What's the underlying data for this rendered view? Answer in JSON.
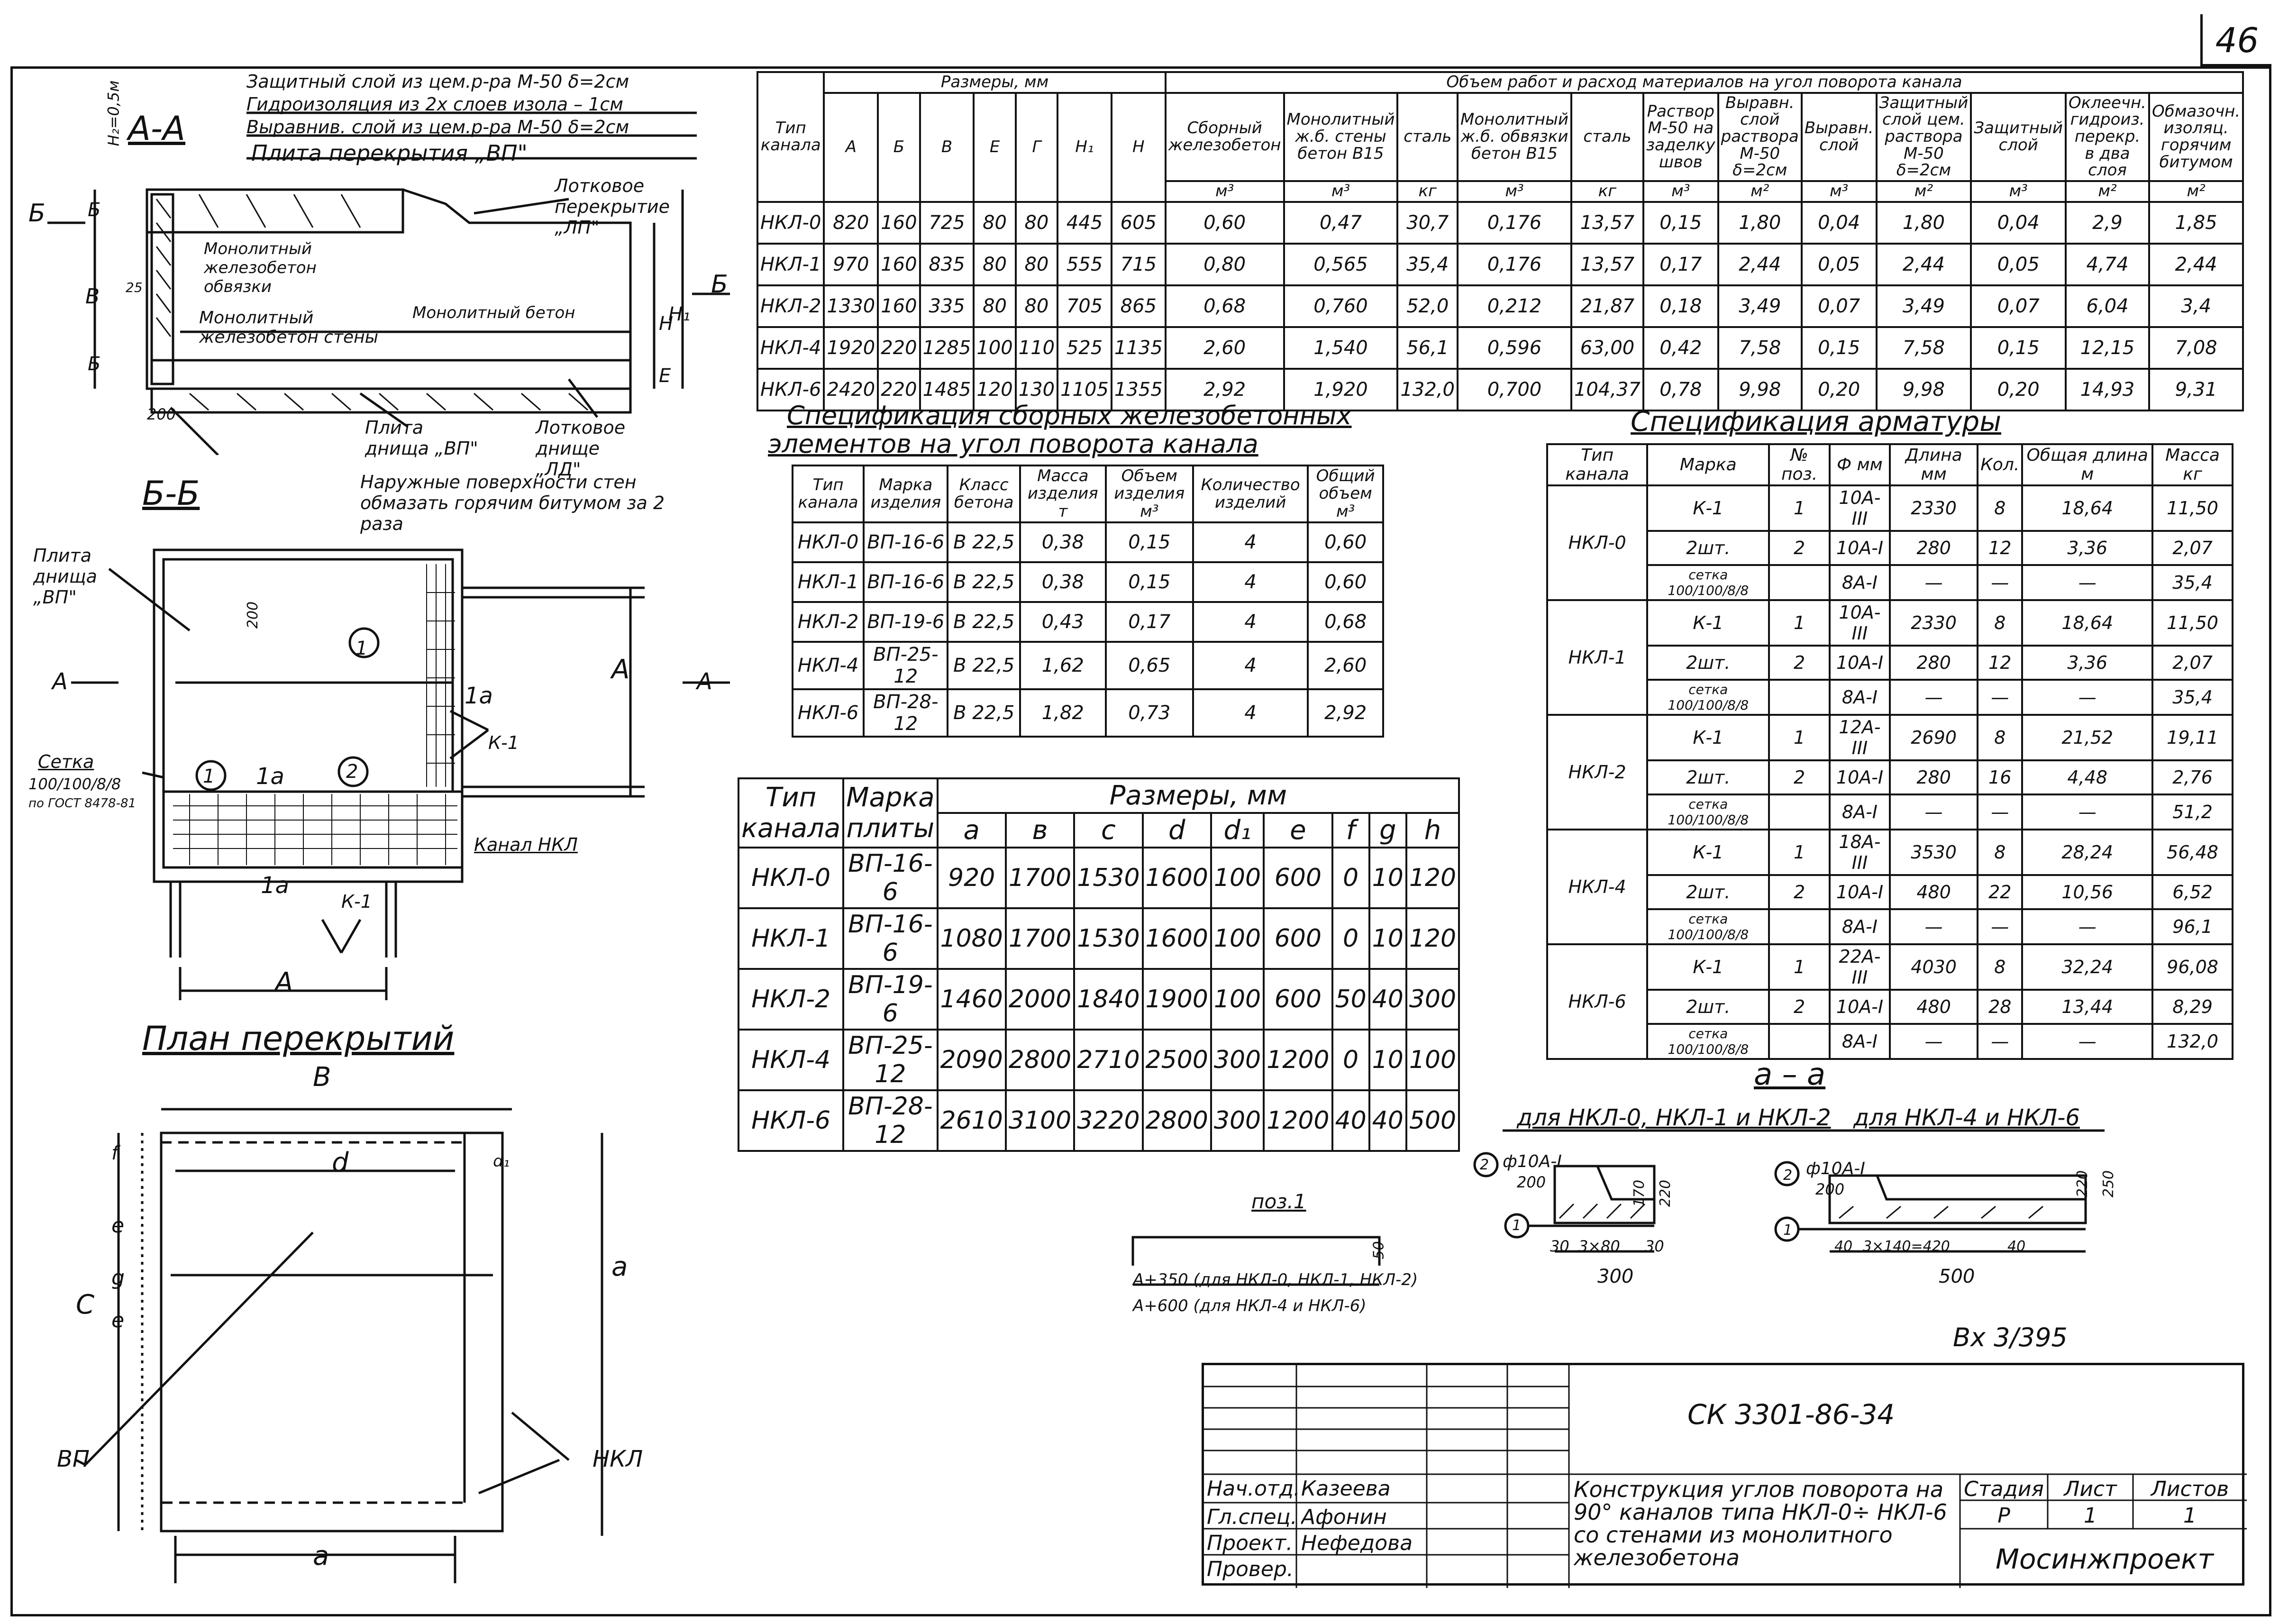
{
  "sheet_number": "46",
  "stamp_code": "СК 3301-86-34",
  "inventory": "Вх 3/395",
  "section_aa": {
    "title": "А-А",
    "notes": [
      "Защитный слой из цем.р-ра М-50 δ=2см",
      "Гидроизоляция из 2х слоев изола – 1см",
      "Выравнив. слой из цем.р-ра М-50 δ=2см",
      "Плита перекрытия „ВП\""
    ],
    "label_lp": "Лотковое перекрытие „ЛП\"",
    "label_monolith_obv": "Монолитный железобетон обвязки",
    "label_monolith_walls": "Монолитный железобетон стены",
    "label_monolith_concrete": "Монолитный бетон",
    "label_slab_vp": "Плита днища „ВП\"",
    "label_ld": "Лотковое днище „ЛД\"",
    "label_h2": "H₂=0,5м",
    "dim_b": "Б",
    "dim_v": "В",
    "dim_h1": "H₁",
    "dim_h": "H",
    "dim_e": "Е",
    "dim_25": "25",
    "dim_200": "200",
    "cut_b": "Б"
  },
  "section_bb": {
    "title": "Б-Б",
    "note": "Наружные поверхности стен обмазать горячим битумом за 2 раза",
    "label_slab": "Плита днища „ВП\"",
    "label_setka": "Сетка",
    "label_setka_spec": "100/100/8/8",
    "label_gost": "по ГОСТ 8478-81",
    "label_k1": "К-1",
    "label_canal": "Канал НКЛ",
    "label_a": "А",
    "label_1a": "1а",
    "pos1": "1",
    "pos2": "2",
    "dim_200": "200",
    "cut_a": "А"
  },
  "plan": {
    "title": "План перекрытий",
    "dim_b": "В",
    "dim_c": "С",
    "dim_d": "d",
    "dim_d1": "d₁",
    "dim_a": "а",
    "dim_a_bottom": "а",
    "dim_e": "е",
    "dim_g": "g",
    "dim_f": "f",
    "label_vp": "ВП",
    "label_nkl": "НКЛ"
  },
  "table_works": {
    "header_type": "Тип канала",
    "header_sizes": "Размеры, мм",
    "header_volumes": "Объем работ и расход материалов на угол поворота канала",
    "size_cols": [
      "А",
      "Б",
      "В",
      "Е",
      "Г",
      "H₁",
      "H"
    ],
    "mat_cols": [
      {
        "name": "Сборный железобетон",
        "unit": "м³"
      },
      {
        "name": "Монолитный ж.б. стены бетон В15",
        "unit": "м³"
      },
      {
        "name": "сталь",
        "unit": "кг"
      },
      {
        "name": "Монолитный ж.б. обвязки бетон В15",
        "unit": "м³"
      },
      {
        "name": "сталь",
        "unit": "кг"
      },
      {
        "name": "Раствор М-50 на заделку швов",
        "unit": "м³"
      },
      {
        "name": "Выравн. слой раствора М-50 δ=2см",
        "unit": "м²"
      },
      {
        "name": "Выравн. слой",
        "unit": "м³"
      },
      {
        "name": "Защитный слой цем. раствора М-50 δ=2см",
        "unit": "м²"
      },
      {
        "name": "Защитный слой",
        "unit": "м³"
      },
      {
        "name": "Оклеечн. гидроиз. перекр. в два слоя",
        "unit": "м²"
      },
      {
        "name": "Обмазочн. изоляц. горячим битумом",
        "unit": "м²"
      }
    ],
    "rows": [
      [
        "НКЛ-0",
        "820",
        "160",
        "725",
        "80",
        "80",
        "445",
        "605",
        "0,60",
        "0,47",
        "30,7",
        "0,176",
        "13,57",
        "0,15",
        "1,80",
        "0,04",
        "1,80",
        "0,04",
        "2,9",
        "1,85"
      ],
      [
        "НКЛ-1",
        "970",
        "160",
        "835",
        "80",
        "80",
        "555",
        "715",
        "0,80",
        "0,565",
        "35,4",
        "0,176",
        "13,57",
        "0,17",
        "2,44",
        "0,05",
        "2,44",
        "0,05",
        "4,74",
        "2,44"
      ],
      [
        "НКЛ-2",
        "1330",
        "160",
        "335",
        "80",
        "80",
        "705",
        "865",
        "0,68",
        "0,760",
        "52,0",
        "0,212",
        "21,87",
        "0,18",
        "3,49",
        "0,07",
        "3,49",
        "0,07",
        "6,04",
        "3,4"
      ],
      [
        "НКЛ-4",
        "1920",
        "220",
        "1285",
        "100",
        "110",
        "525",
        "1135",
        "2,60",
        "1,540",
        "56,1",
        "0,596",
        "63,00",
        "0,42",
        "7,58",
        "0,15",
        "7,58",
        "0,15",
        "12,15",
        "7,08"
      ],
      [
        "НКЛ-6",
        "2420",
        "220",
        "1485",
        "120",
        "130",
        "1105",
        "1355",
        "2,92",
        "1,920",
        "132,0",
        "0,700",
        "104,37",
        "0,78",
        "9,98",
        "0,20",
        "9,98",
        "0,20",
        "14,93",
        "9,31"
      ]
    ]
  },
  "table_precast": {
    "title_line1": "Спецификация сборных железобетонных",
    "title_line2": "элементов на угол поворота канала",
    "headers": [
      "Тип канала",
      "Марка изделия",
      "Класс бетона",
      "Масса изделия т",
      "Объем изделия м³",
      "Количество изделий",
      "Общий объем м³"
    ],
    "rows": [
      [
        "НКЛ-0",
        "ВП-16-6",
        "В 22,5",
        "0,38",
        "0,15",
        "4",
        "0,60"
      ],
      [
        "НКЛ-1",
        "ВП-16-6",
        "В 22,5",
        "0,38",
        "0,15",
        "4",
        "0,60"
      ],
      [
        "НКЛ-2",
        "ВП-19-6",
        "В 22,5",
        "0,43",
        "0,17",
        "4",
        "0,68"
      ],
      [
        "НКЛ-4",
        "ВП-25-12",
        "В 22,5",
        "1,62",
        "0,65",
        "4",
        "2,60"
      ],
      [
        "НКЛ-6",
        "ВП-28-12",
        "В 22,5",
        "1,82",
        "0,73",
        "4",
        "2,92"
      ]
    ]
  },
  "table_slab_sizes": {
    "header_type": "Тип канала",
    "header_mark": "Марка плиты",
    "header_sizes": "Размеры, мм",
    "cols": [
      "а",
      "в",
      "с",
      "d",
      "d₁",
      "е",
      "f",
      "g",
      "h"
    ],
    "rows": [
      [
        "НКЛ-0",
        "ВП-16-6",
        "920",
        "1700",
        "1530",
        "1600",
        "100",
        "600",
        "0",
        "10",
        "120"
      ],
      [
        "НКЛ-1",
        "ВП-16-6",
        "1080",
        "1700",
        "1530",
        "1600",
        "100",
        "600",
        "0",
        "10",
        "120"
      ],
      [
        "НКЛ-2",
        "ВП-19-6",
        "1460",
        "2000",
        "1840",
        "1900",
        "100",
        "600",
        "50",
        "40",
        "300"
      ],
      [
        "НКЛ-4",
        "ВП-25-12",
        "2090",
        "2800",
        "2710",
        "2500",
        "300",
        "1200",
        "0",
        "10",
        "100"
      ],
      [
        "НКЛ-6",
        "ВП-28-12",
        "2610",
        "3100",
        "3220",
        "2800",
        "300",
        "1200",
        "40",
        "40",
        "500"
      ]
    ]
  },
  "table_rebar": {
    "title": "Спецификация арматуры",
    "headers": [
      "Тип канала",
      "Марка",
      "№ поз.",
      "Ф мм",
      "Длина мм",
      "Кол.",
      "Общая длина м",
      "Масса кг"
    ],
    "groups": [
      {
        "type": "НКЛ-0",
        "rows": [
          [
            "К-1",
            "1",
            "10А-III",
            "2330",
            "8",
            "18,64",
            "11,50"
          ],
          [
            "2шт.",
            "2",
            "10А-I",
            "280",
            "12",
            "3,36",
            "2,07"
          ],
          [
            "сетка 100/100/8/8",
            "",
            "8А-I",
            "—",
            "—",
            "—",
            "35,4"
          ]
        ]
      },
      {
        "type": "НКЛ-1",
        "rows": [
          [
            "К-1",
            "1",
            "10А-III",
            "2330",
            "8",
            "18,64",
            "11,50"
          ],
          [
            "2шт.",
            "2",
            "10А-I",
            "280",
            "12",
            "3,36",
            "2,07"
          ],
          [
            "сетка 100/100/8/8",
            "",
            "8А-I",
            "—",
            "—",
            "—",
            "35,4"
          ]
        ]
      },
      {
        "type": "НКЛ-2",
        "rows": [
          [
            "К-1",
            "1",
            "12А-III",
            "2690",
            "8",
            "21,52",
            "19,11"
          ],
          [
            "2шт.",
            "2",
            "10А-I",
            "280",
            "16",
            "4,48",
            "2,76"
          ],
          [
            "сетка 100/100/8/8",
            "",
            "8А-I",
            "—",
            "—",
            "—",
            "51,2"
          ]
        ]
      },
      {
        "type": "НКЛ-4",
        "rows": [
          [
            "К-1",
            "1",
            "18А-III",
            "3530",
            "8",
            "28,24",
            "56,48"
          ],
          [
            "2шт.",
            "2",
            "10А-I",
            "480",
            "22",
            "10,56",
            "6,52"
          ],
          [
            "сетка 100/100/8/8",
            "",
            "8А-I",
            "—",
            "—",
            "—",
            "96,1"
          ]
        ]
      },
      {
        "type": "НКЛ-6",
        "rows": [
          [
            "К-1",
            "1",
            "22А-III",
            "4030",
            "8",
            "32,24",
            "96,08"
          ],
          [
            "2шт.",
            "2",
            "10А-I",
            "480",
            "28",
            "13,44",
            "8,29"
          ],
          [
            "сетка 100/100/8/8",
            "",
            "8А-I",
            "—",
            "—",
            "—",
            "132,0"
          ]
        ]
      }
    ]
  },
  "pos1": {
    "title": "поз.1",
    "line1": "А+350 (для НКЛ-0, НКЛ-1, НКЛ-2)",
    "line2": "А+600 (для НКЛ-4 и НКЛ-6)",
    "dim": "50"
  },
  "section_a_a": {
    "title": "а – а",
    "subtitle_left": "для НКЛ-0, НКЛ-1 и НКЛ-2",
    "subtitle_right": "для НКЛ-4 и НКЛ-6",
    "left_label": "ф10А-I",
    "left_step": "200",
    "left_dims": [
      "30",
      "3×80",
      "30",
      "170",
      "220"
    ],
    "left_total": "300",
    "right_label": "ф10А-I",
    "right_step": "200",
    "right_dims": [
      "40",
      "3×140=420",
      "40",
      "220",
      "250"
    ],
    "right_total": "500",
    "pos1": "1",
    "pos2": "2"
  },
  "stamp": {
    "rows": [
      {
        "role": "Нач.отд.",
        "name": "Казеева"
      },
      {
        "role": "Гл.спец.",
        "name": "Афонин"
      },
      {
        "role": "Проект.",
        "name": "Нефедова"
      },
      {
        "role": "Провер.",
        "name": ""
      }
    ],
    "description": "Конструкция углов поворота на 90° каналов типа НКЛ-0÷ НКЛ-6 со стенами из монолитного железобетона",
    "stage_h": "Стадия",
    "sheet_h": "Лист",
    "sheets_h": "Листов",
    "stage": "Р",
    "sheet": "1",
    "sheets": "1",
    "org": "Мосинжпроект"
  }
}
